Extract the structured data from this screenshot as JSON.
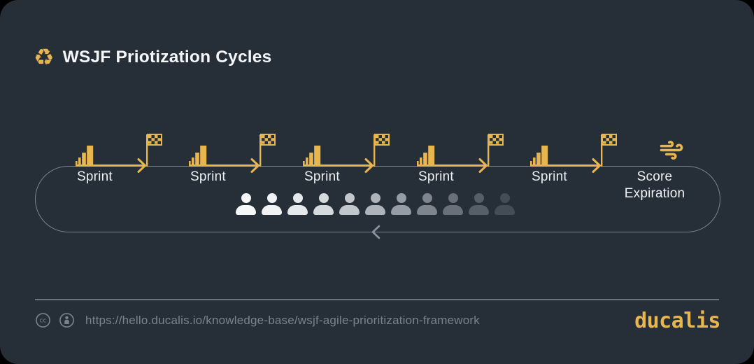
{
  "header": {
    "title": "WSJF Priotization Cycles",
    "icon": "recycle-icon",
    "icon_glyph": "♻"
  },
  "diagram": {
    "sprints": [
      {
        "label": "Sprint"
      },
      {
        "label": "Sprint"
      },
      {
        "label": "Sprint"
      },
      {
        "label": "Sprint"
      },
      {
        "label": "Sprint"
      }
    ],
    "score_expiration": {
      "icon": "wind-icon",
      "line1": "Score",
      "line2": "Expiration"
    },
    "people": {
      "count": 11,
      "shades": [
        "#F4F6F7",
        "#F0F2F4",
        "#E6E9EB",
        "#D6DADD",
        "#C2C7CB",
        "#ADB3B9",
        "#959CA3",
        "#7E858D",
        "#697079",
        "#565E67",
        "#444C56"
      ]
    }
  },
  "footer": {
    "license_icons": [
      "cc-icon",
      "attribution-icon"
    ],
    "url": "https://hello.ducalis.io/knowledge-base/wsjf-agile-prioritization-framework",
    "brand": "ducalis"
  },
  "colors": {
    "card_bg": "#262E38",
    "accent": "#E8B64E",
    "line": "#8A939F",
    "text": "#F2F4F6",
    "muted": "#7A828C"
  }
}
